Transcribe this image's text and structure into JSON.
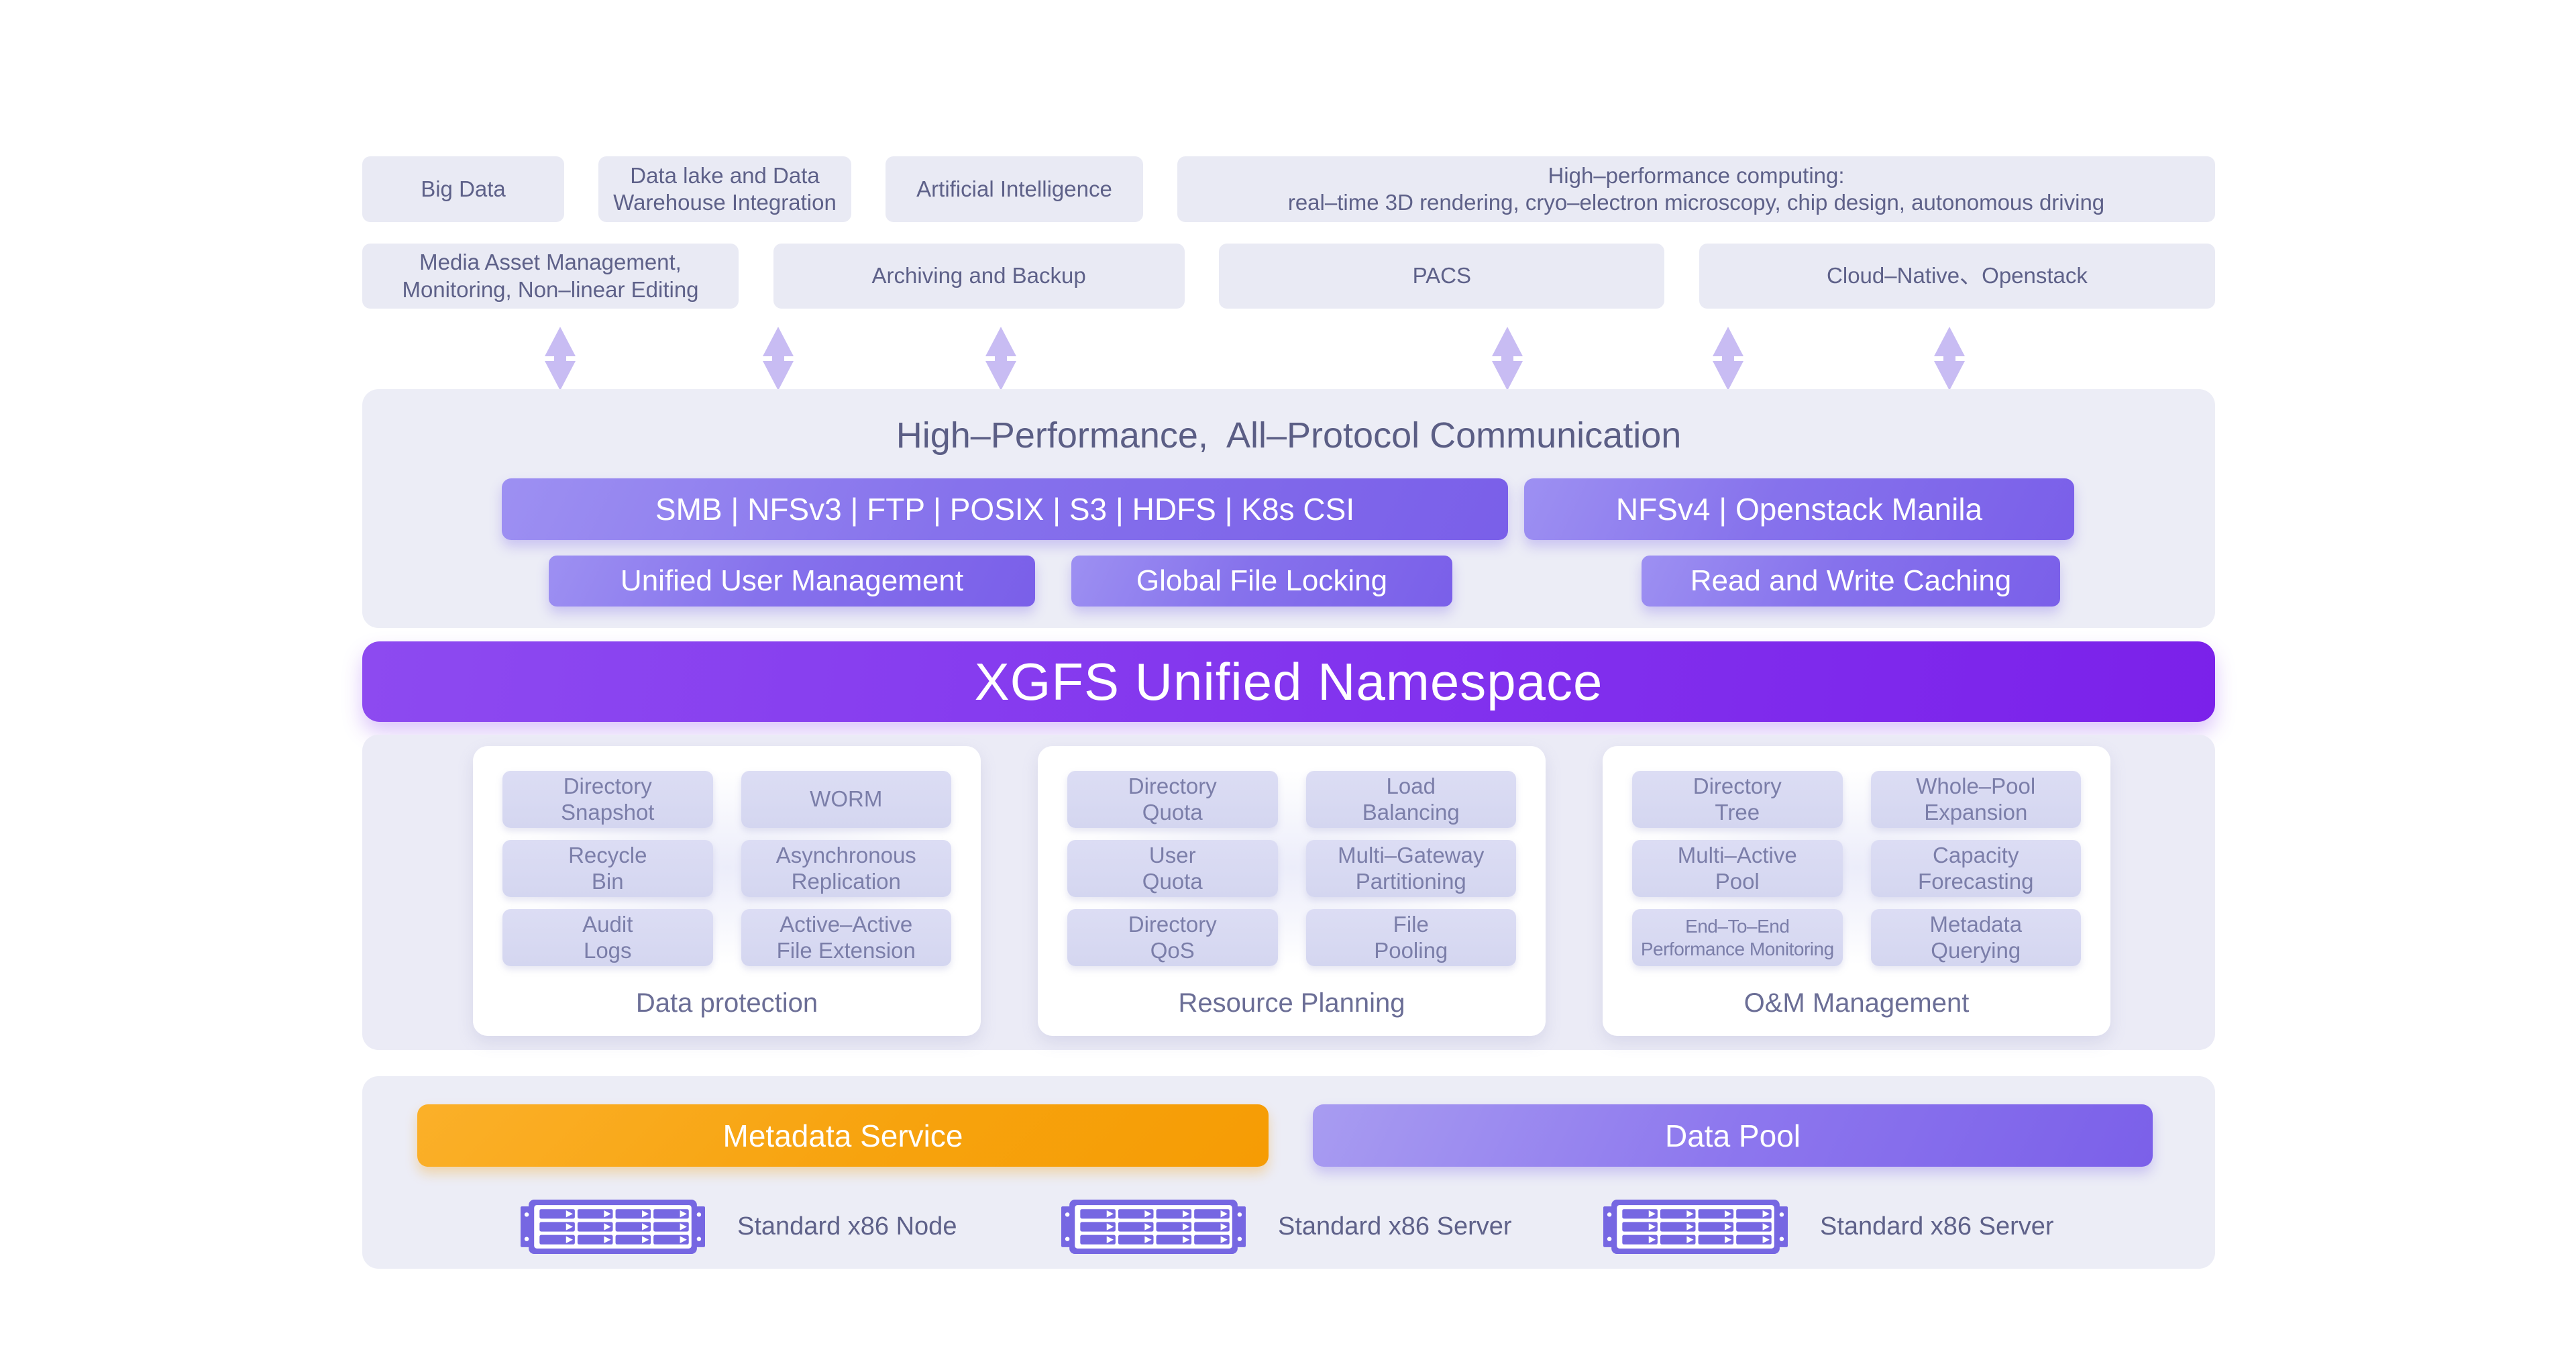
{
  "use_cases_row1": [
    {
      "label": "Big Data"
    },
    {
      "label": "Data lake and Data\nWarehouse Integration"
    },
    {
      "label": "Artificial Intelligence"
    },
    {
      "label": "High–performance computing:\nreal–time 3D rendering, cryo–electron microscopy, chip design, autonomous driving"
    }
  ],
  "use_cases_row2": [
    {
      "label": "Media Asset Management,\nMonitoring, Non–linear Editing"
    },
    {
      "label": "Archiving and Backup"
    },
    {
      "label": "PACS"
    },
    {
      "label": "Cloud–Native、Openstack"
    }
  ],
  "protocol_section": {
    "title": "High–Performance,  All–Protocol Communication",
    "primary_pills": [
      {
        "label": "SMB | NFSv3 | FTP | POSIX | S3 | HDFS | K8s CSI"
      },
      {
        "label": "NFSv4 | Openstack Manila"
      }
    ],
    "secondary_pills": [
      {
        "label": "Unified User Management"
      },
      {
        "label": "Global File Locking"
      },
      {
        "label": "Read and Write Caching"
      }
    ]
  },
  "namespace_banner": {
    "label": "XGFS Unified Namespace"
  },
  "feature_cards": [
    {
      "title": "Data protection",
      "items": [
        {
          "label": "Directory\nSnapshot"
        },
        {
          "label": "WORM"
        },
        {
          "label": "Recycle\nBin"
        },
        {
          "label": "Asynchronous\nReplication"
        },
        {
          "label": "Audit\nLogs"
        },
        {
          "label": "Active–Active\nFile Extension"
        }
      ]
    },
    {
      "title": "Resource Planning",
      "items": [
        {
          "label": "Directory\nQuota"
        },
        {
          "label": "Load\nBalancing"
        },
        {
          "label": "User\nQuota"
        },
        {
          "label": "Multi–Gateway\nPartitioning"
        },
        {
          "label": "Directory\nQoS"
        },
        {
          "label": "File\nPooling"
        }
      ]
    },
    {
      "title": "O&M Management",
      "items": [
        {
          "label": "Directory\nTree"
        },
        {
          "label": "Whole–Pool\nExpansion"
        },
        {
          "label": "Multi–Active\nPool"
        },
        {
          "label": "Capacity\nForecasting"
        },
        {
          "label": "End–To–End\nPerformance Monitoring"
        },
        {
          "label": "Metadata\nQuerying"
        }
      ]
    }
  ],
  "infrastructure": {
    "services": [
      {
        "label": "Metadata Service"
      },
      {
        "label": "Data Pool"
      }
    ],
    "servers": [
      {
        "label": "Standard x86 Node"
      },
      {
        "label": "Standard x86 Server"
      },
      {
        "label": "Standard x86 Server"
      }
    ]
  },
  "colors": {
    "accent_purple": "#7B61E9",
    "banner_gradient_start": "#8D4AF0",
    "banner_gradient_end": "#7B21EA",
    "orange_gradient_start": "#FBB029",
    "orange_gradient_end": "#F69C04",
    "panel_background": "#ECEDF6",
    "usecase_background": "#E9EAF4",
    "chip_background": "#D9DBF2",
    "text_slate": "#5E6189",
    "arrow_purple": "#C8BCF3",
    "server_icon_purple": "#7667E2"
  }
}
